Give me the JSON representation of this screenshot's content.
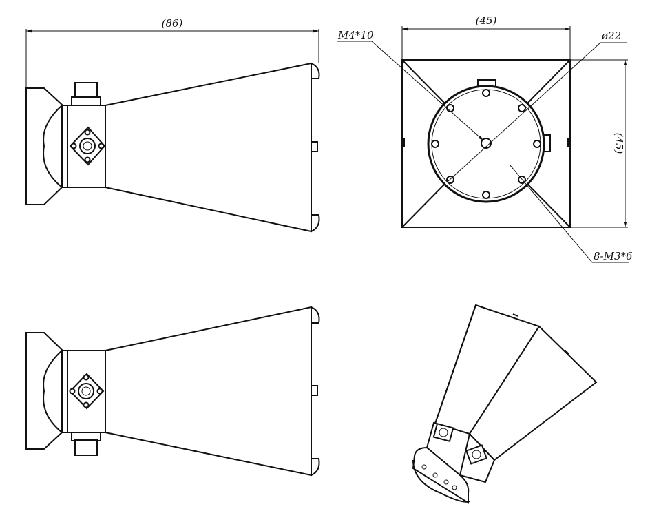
{
  "drawing": {
    "dimensions": {
      "side_length": "(86)",
      "top_width": "(45)",
      "top_height": "(45)",
      "center_thread": "M4*10",
      "bolt_circle": "ø22",
      "holes": "8-M3*6"
    }
  }
}
